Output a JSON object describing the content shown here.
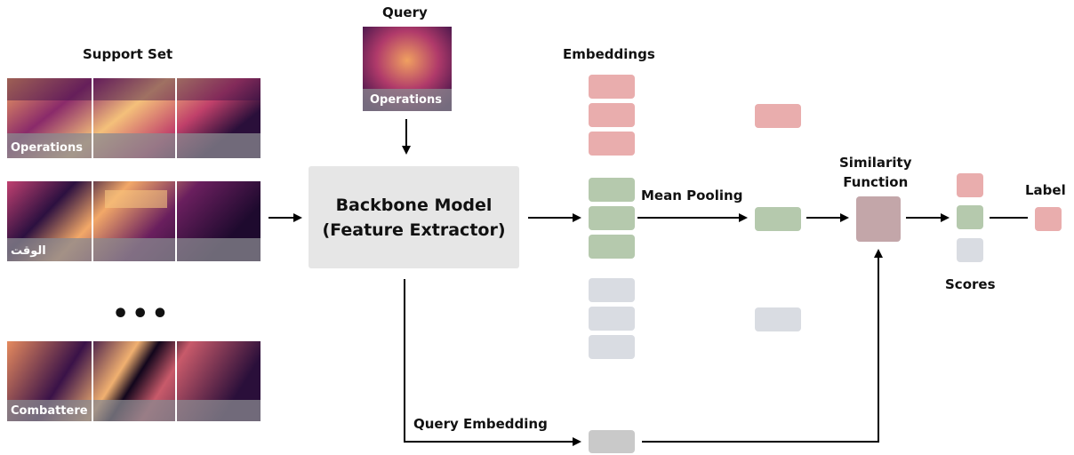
{
  "support_set": {
    "title": "Support Set",
    "rows": [
      {
        "label": "Operations"
      },
      {
        "label": "الوقت"
      },
      {
        "label": "Combattere"
      }
    ],
    "ellipsis": "•••"
  },
  "query": {
    "title": "Query",
    "label": "Operations"
  },
  "backbone": {
    "line1": "Backbone Model",
    "line2": "(Feature Extractor)"
  },
  "embeddings_title": "Embeddings",
  "mean_pooling": "Mean Pooling",
  "similarity": {
    "line1": "Similarity",
    "line2": "Function"
  },
  "scores_title": "Scores",
  "label_title": "Label",
  "query_embedding": "Query Embedding",
  "colors": {
    "red": "#e9adad",
    "green": "#b5c9ad",
    "gray": "#d9dce2",
    "similarity": "#c3a6a9",
    "backbone": "#e6e6e6"
  }
}
